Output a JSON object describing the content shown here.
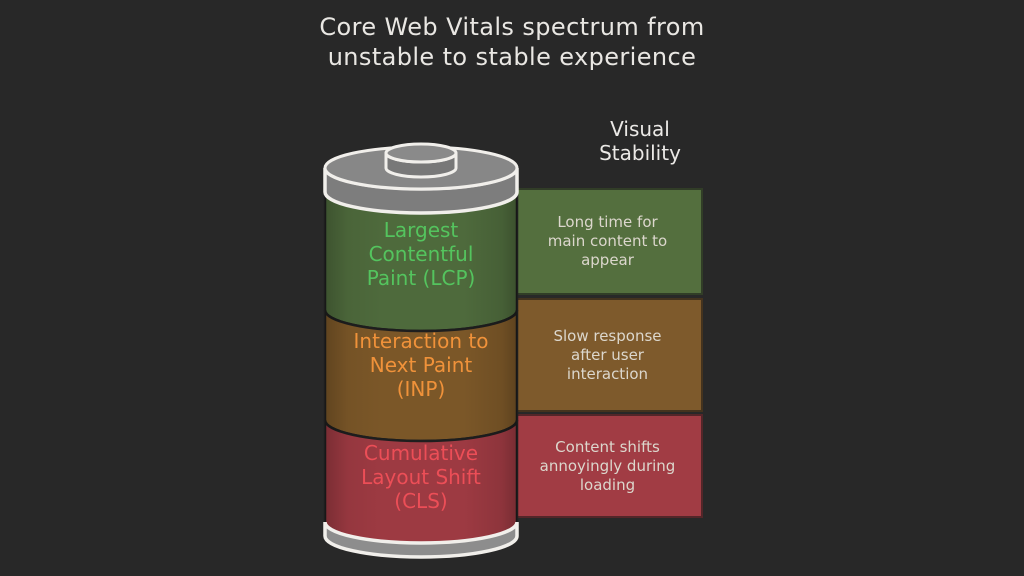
{
  "title": {
    "text": "Core Web Vitals spectrum from\nunstable to stable experience"
  },
  "column_header": {
    "text": "Visual\nStability"
  },
  "colors": {
    "background": "#282828",
    "title_text": "#e9e7e3",
    "header_text": "#ebe9e6",
    "box_text": "#dcd7cd",
    "battery_outline_white": "#f1efeb",
    "segment_outline_dark": "#1e1e1e",
    "cap_side": "#7d7d7d",
    "cap_top": "#878787",
    "terminal_side": "#787878",
    "terminal_top": "#8a8a8a",
    "base": "#8d8d8d"
  },
  "battery": {
    "segments": [
      {
        "id": "lcp",
        "label": "Largest\nContentful\nPaint (LCP)",
        "fill": "#4e6a3c",
        "label_color": "#54c45e"
      },
      {
        "id": "inp",
        "label": "Interaction to\nNext Paint\n(INP)",
        "fill": "#7b5728",
        "label_color": "#f0923a"
      },
      {
        "id": "cls",
        "label": "Cumulative\nLayout Shift\n(CLS)",
        "fill": "#9d3a42",
        "label_color": "#ec4e57"
      }
    ]
  },
  "descriptions": [
    {
      "id": "lcp",
      "text": "Long time for\nmain content to\nappear",
      "fill": "#546f3e"
    },
    {
      "id": "inp",
      "text": "Slow response\nafter user\ninteraction",
      "fill": "#7e5a2c"
    },
    {
      "id": "cls",
      "text": "Content shifts\nannoyingly during\nloading",
      "fill": "#a13c44"
    }
  ]
}
